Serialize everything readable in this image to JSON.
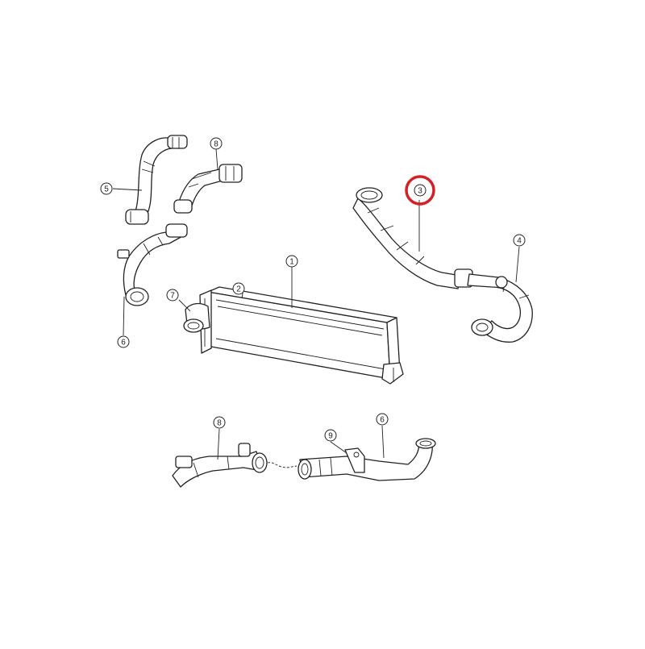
{
  "diagram": {
    "highlight_color": "#d62027",
    "line_color": "#222222",
    "callouts": [
      {
        "id": "c1",
        "label": "1",
        "part": "intercooler"
      },
      {
        "id": "c2",
        "label": "2",
        "part": "intercooler-seal"
      },
      {
        "id": "c3",
        "label": "3",
        "part": "charge-air-hose-right",
        "highlighted": true
      },
      {
        "id": "c4",
        "label": "4",
        "part": "charge-air-tube-right"
      },
      {
        "id": "c5",
        "label": "5",
        "part": "charge-air-hose-upper-left"
      },
      {
        "id": "c6a",
        "label": "6",
        "part": "charge-air-tube-left"
      },
      {
        "id": "c6b",
        "label": "6",
        "part": "charge-air-tube-bottom"
      },
      {
        "id": "c7",
        "label": "7",
        "part": "intercooler-outlet-elbow"
      },
      {
        "id": "c8a",
        "label": "8",
        "part": "charge-air-hose-upper-middle"
      },
      {
        "id": "c8b",
        "label": "8",
        "part": "charge-air-hose-bottom"
      },
      {
        "id": "c9",
        "label": "9",
        "part": "tube-bracket"
      }
    ]
  }
}
